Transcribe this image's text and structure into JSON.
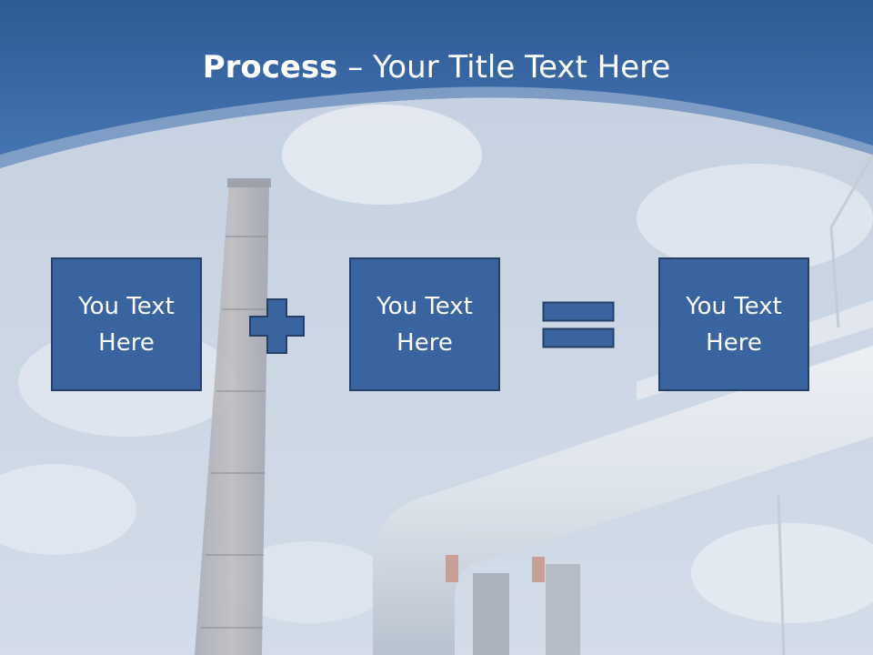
{
  "slide": {
    "title_bold": "Process",
    "title_rest": " – Your Title Text Here",
    "boxes": [
      {
        "text": "You Text Here"
      },
      {
        "text": "You Text Here"
      },
      {
        "text": "You Text Here"
      }
    ],
    "operators": [
      "plus-icon",
      "equals-icon"
    ],
    "colors": {
      "header_blue": "#3b6aa7",
      "box_fill": "#3a64a0",
      "box_border": "#253f66",
      "sky": "#c9d4e2"
    }
  }
}
